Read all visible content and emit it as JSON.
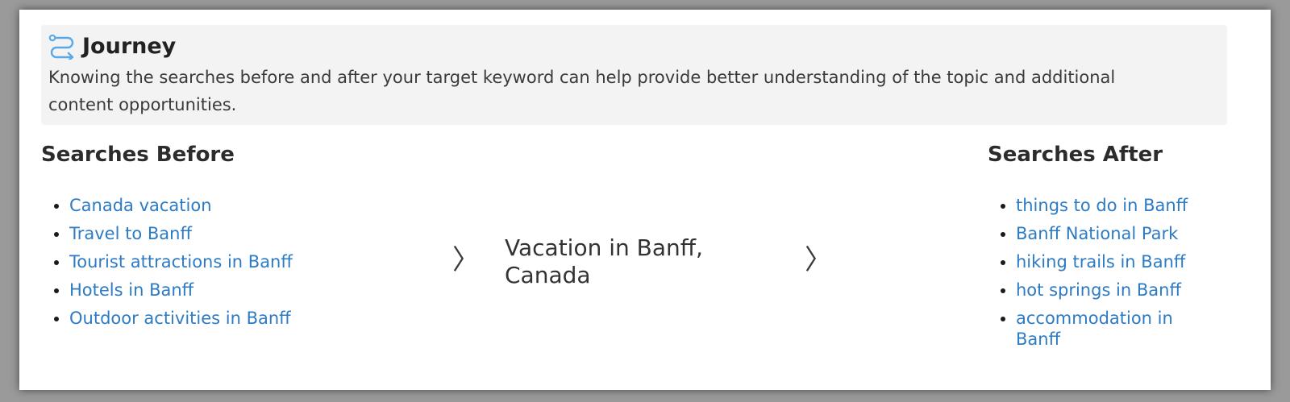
{
  "journey": {
    "title": "Journey",
    "description": "Knowing the searches before and after your target keyword can help provide better understanding of the topic and additional content opportunities."
  },
  "searches_before": {
    "heading": "Searches Before",
    "items": [
      "Canada vacation",
      "Travel to Banff",
      "Tourist attractions in Banff",
      "Hotels in Banff",
      "Outdoor activities in Banff"
    ]
  },
  "target": {
    "keyword": "Vacation in Banff, Canada",
    "chevron": "〉"
  },
  "searches_after": {
    "heading": "Searches After",
    "items": [
      "things to do in Banff",
      "Banff National Park",
      "hiking trails in Banff",
      "hot springs in Banff",
      "accommodation in Banff"
    ]
  },
  "icons": {
    "journey": "route-icon"
  },
  "colors": {
    "link": "#2c7bc4",
    "icon": "#5aa9e6",
    "panel_bg": "#f3f3f3",
    "heading": "#2c2c2c"
  }
}
